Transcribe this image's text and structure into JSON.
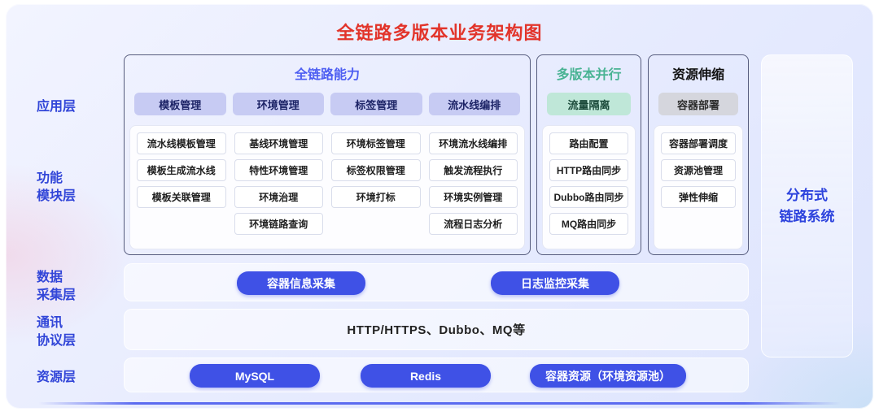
{
  "title": "全链路多版本业务架构图",
  "left_layers": [
    {
      "id": "app",
      "lines": [
        "应用层"
      ]
    },
    {
      "id": "module",
      "lines": [
        "功能",
        "模块层"
      ]
    },
    {
      "id": "data",
      "lines": [
        "数据",
        "采集层"
      ]
    },
    {
      "id": "protocol",
      "lines": [
        "通讯",
        "协议层"
      ]
    },
    {
      "id": "resource",
      "lines": [
        "资源层"
      ]
    }
  ],
  "columns": {
    "fulllink": {
      "header": "全链路能力",
      "apps": [
        "模板管理",
        "环境管理",
        "标签管理",
        "流水线编排"
      ],
      "module_columns": [
        [
          "流水线模板管理",
          "模板生成流水线",
          "模板关联管理"
        ],
        [
          "基线环境管理",
          "特性环境管理",
          "环境治理",
          "环境链路查询"
        ],
        [
          "环境标签管理",
          "标签权限管理",
          "环境打标"
        ],
        [
          "环境流水线编排",
          "触发流程执行",
          "环境实例管理",
          "流程日志分析"
        ]
      ]
    },
    "multiversion": {
      "header": "多版本并行",
      "app": "流量隔离",
      "modules": [
        "路由配置",
        "HTTP路由同步",
        "Dubbo路由同步",
        "MQ路由同步"
      ]
    },
    "scaling": {
      "header": "资源伸缩",
      "app": "容器部署",
      "modules": [
        "容器部署调度",
        "资源池管理",
        "弹性伸缩"
      ]
    }
  },
  "right_panel": {
    "lines": [
      "分布式",
      "链路系统"
    ]
  },
  "data_layer": {
    "buttons": [
      "容器信息采集",
      "日志监控采集"
    ]
  },
  "protocol_layer": {
    "text": "HTTP/HTTPS、Dubbo、MQ等"
  },
  "resource_layer": {
    "buttons": [
      "MySQL",
      "Redis",
      "容器资源（环境资源池）"
    ]
  },
  "colors": {
    "title": "#e2342a",
    "layer_label": "#3246d8",
    "fulllink_header": "#4d5ef2",
    "multiversion_header": "#49b393",
    "scaling_header": "#111111",
    "app_button_purple": "#c7cbf3",
    "app_button_green": "#bfe7d8",
    "app_button_gray": "#d5d6dd",
    "action_button_blue": "#3f51e6",
    "right_panel_text": "#2d43dd"
  }
}
